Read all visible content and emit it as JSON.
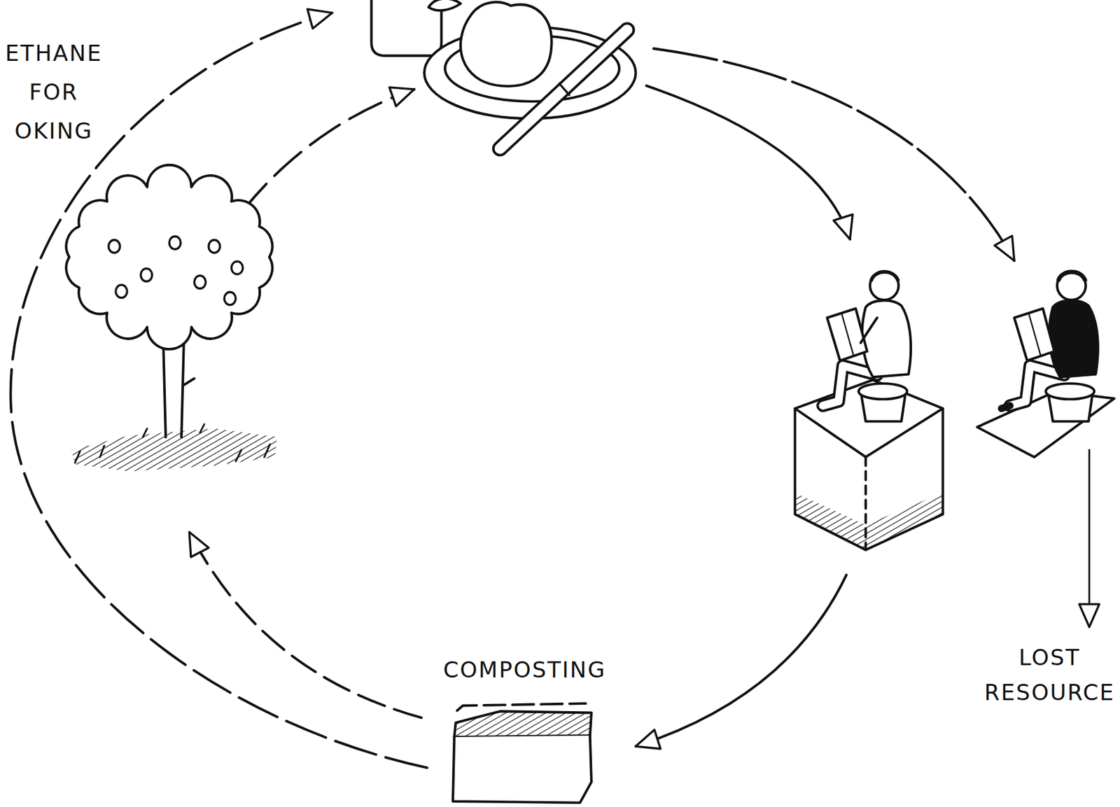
{
  "diagram": {
    "nodes": [
      {
        "text": [
          "COMPOSTING"
        ]
      }
    ],
    "labels": [
      "ETHANE FOR OKING",
      "LOST RESOURCE"
    ]
  }
}
